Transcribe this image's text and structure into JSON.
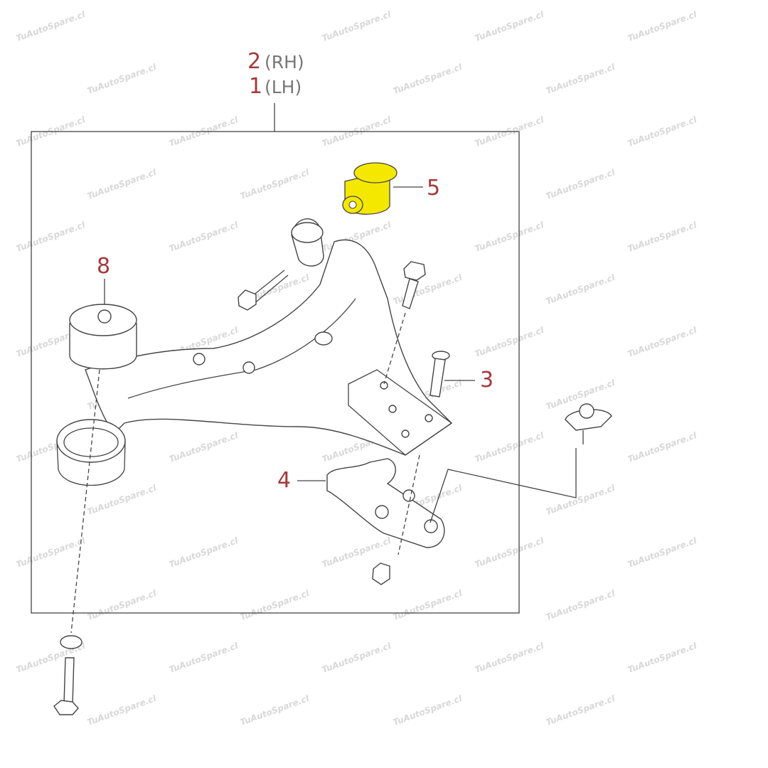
{
  "watermark": "TuAutoSpare.cl",
  "labels": {
    "part_2": "2",
    "part_2_side": "(RH)",
    "part_1": "1",
    "part_1_side": "(LH)",
    "part_5": "5",
    "part_8": "8",
    "part_3": "3",
    "part_4": "4"
  },
  "colors": {
    "highlight": "#f5e800",
    "callout": "#a33a3a",
    "line": "#444444"
  }
}
